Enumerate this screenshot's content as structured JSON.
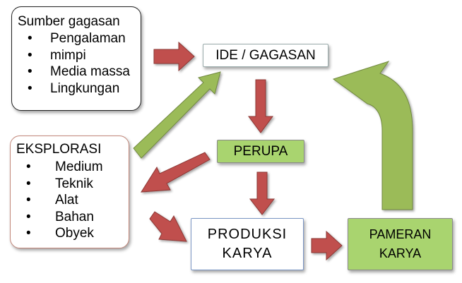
{
  "sumber": {
    "title": "Sumber gagasan",
    "items": [
      "Pengalaman",
      "mimpi",
      "Media massa",
      "Lingkungan"
    ]
  },
  "ide": {
    "label": "IDE / GAGASAN"
  },
  "perupa": {
    "label": "PERUPA"
  },
  "eksplorasi": {
    "title": "EKSPLORASI",
    "items": [
      "Medium",
      "Teknik",
      "Alat",
      "Bahan",
      "Obyek"
    ]
  },
  "produksi": {
    "line1": "PRODUKSI",
    "line2": "KARYA"
  },
  "pameran": {
    "line1": "PAMERAN",
    "line2": "KARYA"
  },
  "colors": {
    "red_arrow": "#c0504d",
    "green_arrow": "#9bbb59",
    "green_box": "#a9d46f"
  }
}
